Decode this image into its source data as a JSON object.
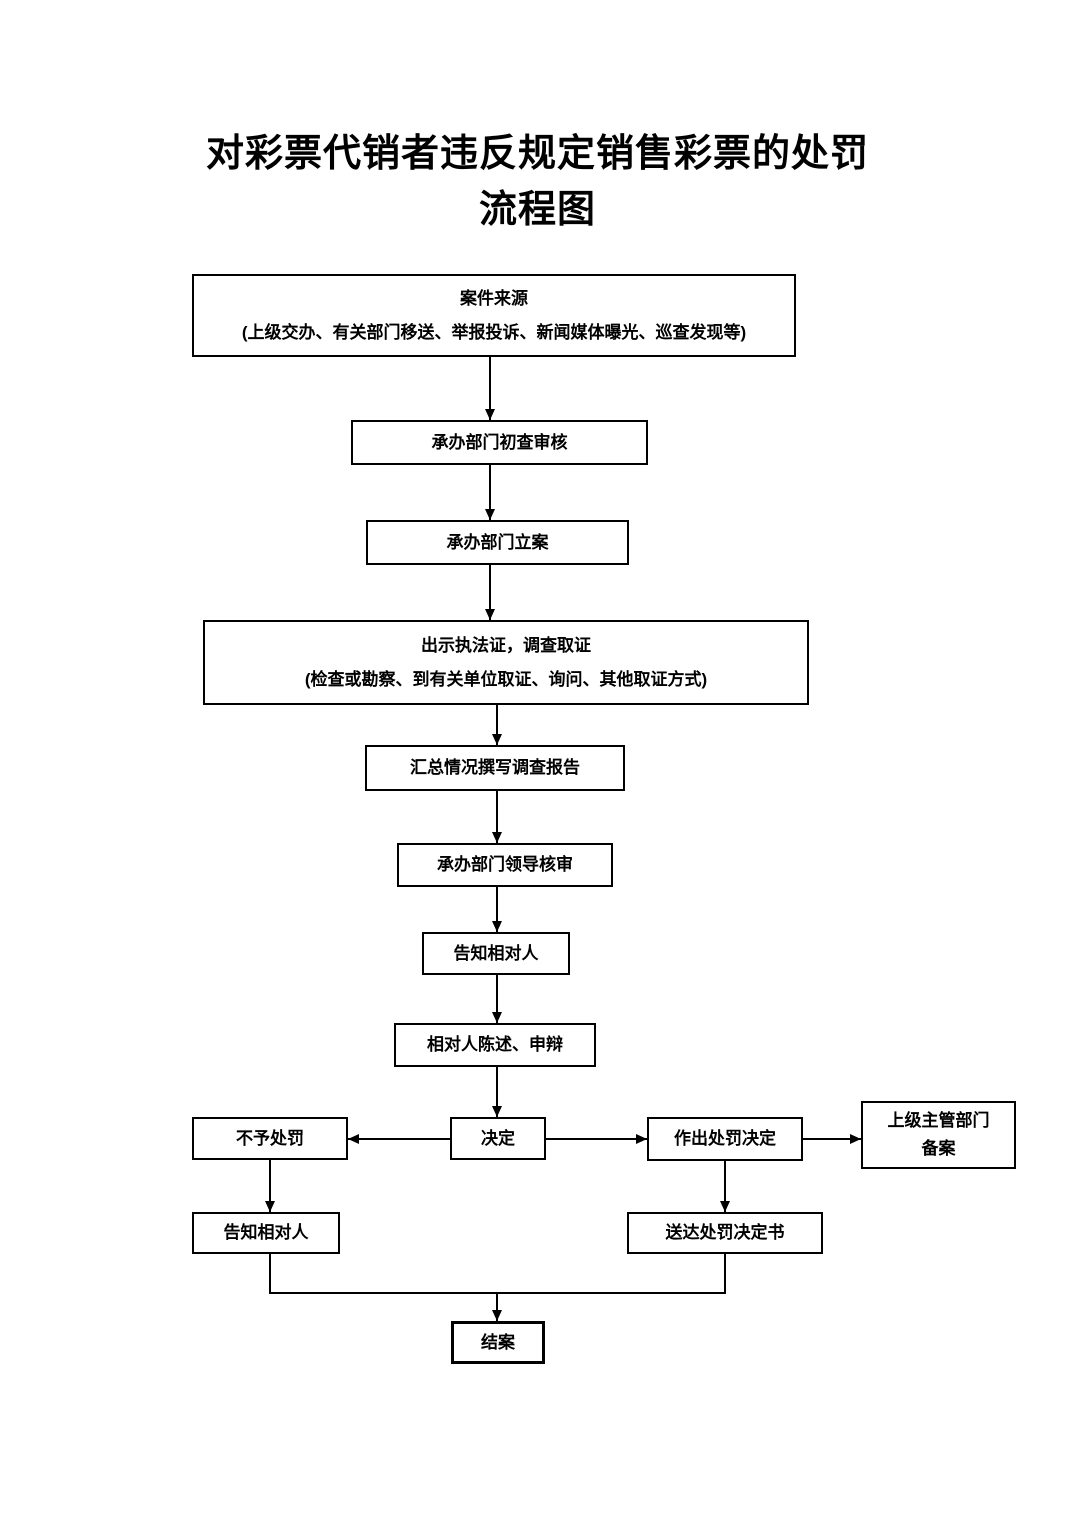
{
  "colors": {
    "ink": "#000000",
    "background": "#ffffff"
  },
  "title": {
    "line1": "对彩票代销者违反规定销售彩票的处罚",
    "line2": "流程图"
  },
  "nodes": {
    "case_source": {
      "title": "案件来源",
      "subtitle": "(上级交办、有关部门移送、举报投诉、新闻媒体曝光、巡查发现等)"
    },
    "initial_review": {
      "label": "承办部门初查审核"
    },
    "case_filing": {
      "label": "承办部门立案"
    },
    "evidence": {
      "title": "出示执法证，调查取证",
      "subtitle": "(检查或勘察、到有关单位取证、询问、其他取证方式)"
    },
    "write_report": {
      "label": "汇总情况撰写调查报告"
    },
    "leader_review": {
      "label": "承办部门领导核审"
    },
    "notify_party": {
      "label": "告知相对人"
    },
    "party_statement": {
      "label": "相对人陈述、申辩"
    },
    "decision": {
      "label": "决定"
    },
    "no_penalty": {
      "label": "不予处罚"
    },
    "penalty_decision": {
      "label": "作出处罚决定"
    },
    "superior_filing": {
      "label": "上级主管部门\n备案"
    },
    "notify_party_2": {
      "label": "告知相对人"
    },
    "deliver_decision": {
      "label": "送达处罚决定书"
    },
    "close_case": {
      "label": "结案"
    }
  }
}
